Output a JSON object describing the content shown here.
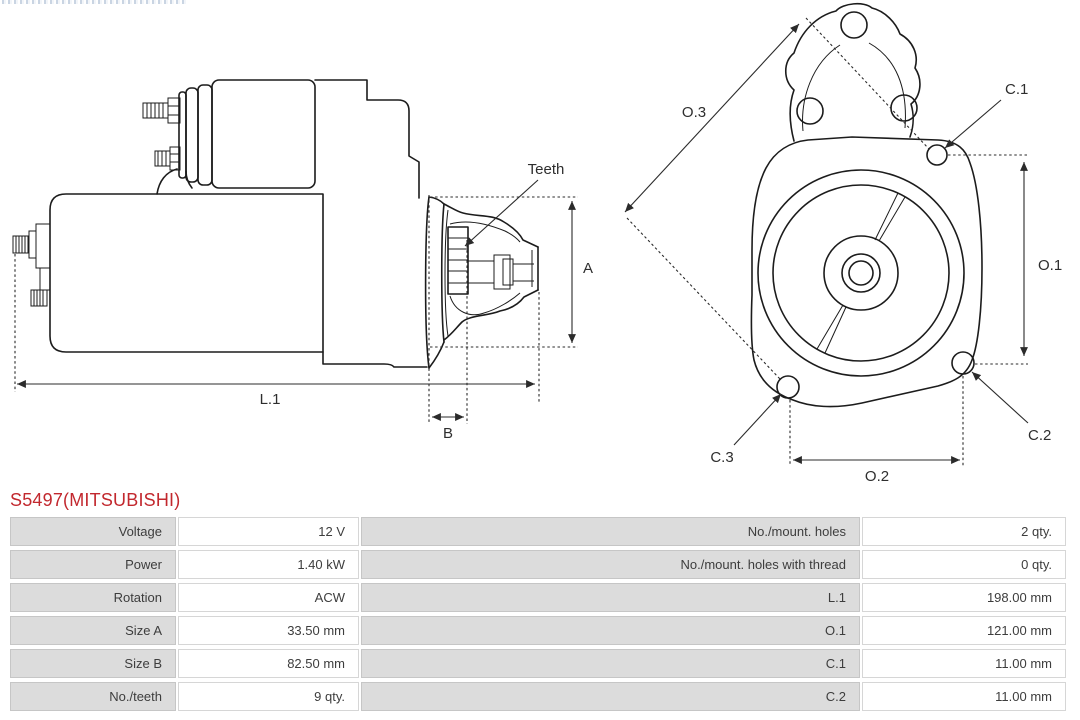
{
  "header": {
    "title": "S5497(MITSUBISHI)",
    "title_color": "#c2282e"
  },
  "diagram": {
    "side_view_labels": {
      "teeth": "Teeth",
      "size_a": "A",
      "size_b": "B",
      "length_l1": "L.1"
    },
    "front_view_labels": {
      "o3": "O.3",
      "o1": "O.1",
      "o2": "O.2",
      "c1": "C.1",
      "c2": "C.2",
      "c3": "C.3"
    }
  },
  "specs": {
    "left": [
      {
        "label": "Voltage",
        "value": "12 V"
      },
      {
        "label": "Power",
        "value": "1.40 kW"
      },
      {
        "label": "Rotation",
        "value": "ACW"
      },
      {
        "label": "Size A",
        "value": "33.50 mm"
      },
      {
        "label": "Size B",
        "value": "82.50 mm"
      },
      {
        "label": "No./teeth",
        "value": "9 qty."
      }
    ],
    "right": [
      {
        "label": "No./mount. holes",
        "value": "2 qty."
      },
      {
        "label": "No./mount. holes with thread",
        "value": "0 qty."
      },
      {
        "label": "L.1",
        "value": "198.00 mm"
      },
      {
        "label": "O.1",
        "value": "121.00 mm"
      },
      {
        "label": "C.1",
        "value": "11.00 mm"
      },
      {
        "label": "C.2",
        "value": "11.00 mm"
      }
    ]
  },
  "colors": {
    "line": "#1c1c1c",
    "label_cell_bg": "#dcdcdc",
    "value_cell_bg": "#ffffff"
  }
}
